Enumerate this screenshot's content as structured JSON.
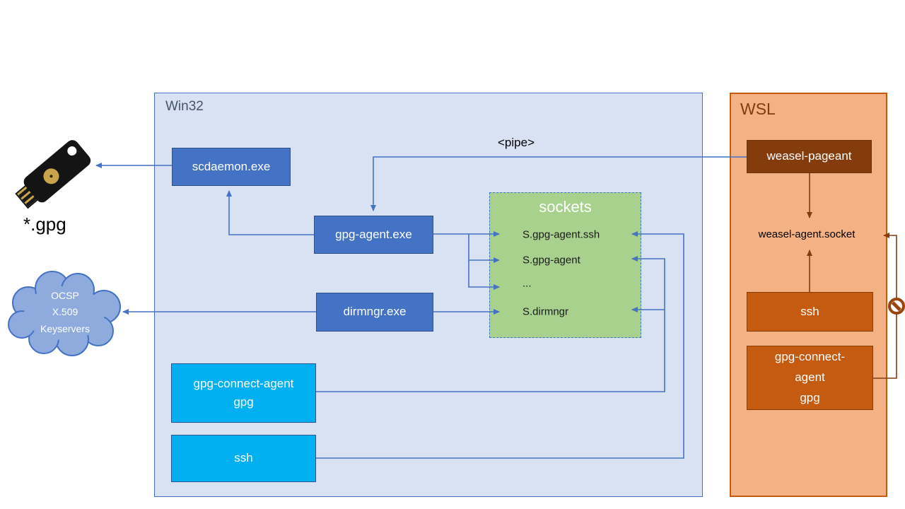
{
  "win32": {
    "label": "Win32",
    "boxes": {
      "scdaemon": "scdaemon.exe",
      "gpg_agent": "gpg-agent.exe",
      "dirmngr": "dirmngr.exe",
      "gpg_connect_line1": "gpg-connect-agent",
      "gpg_connect_line2": "gpg",
      "ssh": "ssh"
    },
    "sockets": {
      "title": "sockets",
      "entries": [
        "S.gpg-agent.ssh",
        "S.gpg-agent",
        "...",
        "S.dirmngr"
      ]
    }
  },
  "wsl": {
    "label": "WSL",
    "weasel_pageant": "weasel-pageant",
    "socket_label": "weasel-agent.socket",
    "ssh": "ssh",
    "gpg_connect_lines": [
      "gpg-connect-",
      "agent",
      "gpg"
    ]
  },
  "external": {
    "pipe_label": "<pipe>",
    "gpg_files_label": "*.gpg",
    "cloud_lines": [
      "OCSP",
      "X.509",
      "Keyservers"
    ]
  },
  "icons": {
    "yubikey": "usb-security-key-icon",
    "cloud": "keyserver-cloud-icon",
    "no_entry": "no-entry-icon"
  },
  "colors": {
    "win32_fill": "#d9e2f3",
    "win32_border": "#4472c4",
    "process_blue": "#4472c4",
    "process_cyan": "#00b0f0",
    "sockets_green": "#a9d18e",
    "wsl_fill": "#f4b183",
    "wsl_border": "#c55a11",
    "wsl_dark_box": "#843c0c",
    "wsl_orange_box": "#c55a11",
    "arrow_blue": "#4472c4",
    "arrow_brown": "#843c0c",
    "cloud_fill": "#8faadc",
    "title_gray": "#44546a"
  }
}
